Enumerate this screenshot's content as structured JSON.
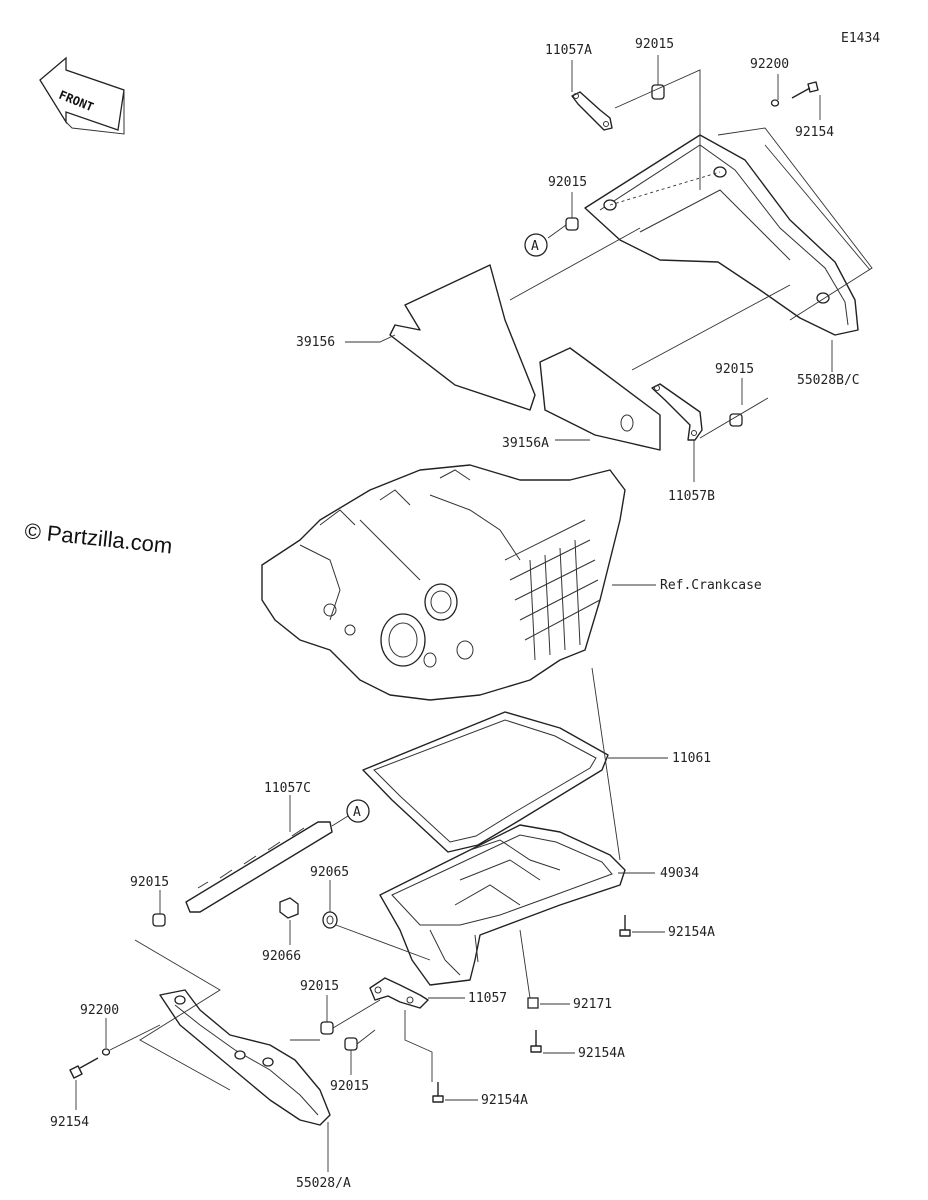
{
  "diagram": {
    "code": "E1434",
    "credit": "© Partzilla.com",
    "front_label": "FRONT",
    "ref_marker": "A",
    "labels": {
      "p11057A": "11057A",
      "p92015_top": "92015",
      "p92200_top": "92200",
      "p92154_top": "92154",
      "p92015_left": "92015",
      "p39156": "39156",
      "p55028BC": "55028B/C",
      "p92015_right": "92015",
      "p39156A": "39156A",
      "p11057B": "11057B",
      "ref_crankcase": "Ref.Crankcase",
      "p11061": "11061",
      "p11057C": "11057C",
      "p92065": "92065",
      "p49034": "49034",
      "p92015_lowleft": "92015",
      "p92066": "92066",
      "p92154A_right": "92154A",
      "p92015_lowmid": "92015",
      "p11057": "11057",
      "p92171": "92171",
      "p92200_low": "92200",
      "p92154A_mid": "92154A",
      "p92015_lowmid2": "92015",
      "p92154A_low": "92154A",
      "p92154_low": "92154",
      "p55028A": "55028/A"
    }
  }
}
